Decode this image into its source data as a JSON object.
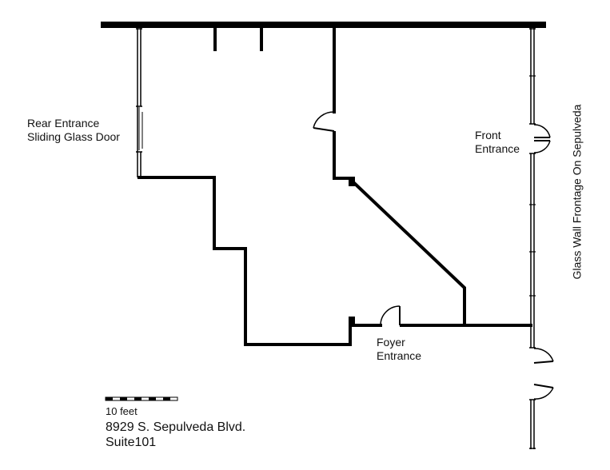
{
  "labels": {
    "rear_entrance": [
      "Rear Entrance",
      "Sliding Glass Door"
    ],
    "front_entrance": [
      "Front",
      "Entrance"
    ],
    "foyer_entrance": [
      "Foyer",
      "Entrance"
    ],
    "glass_wall": "Glass Wall Frontage On Sepulveda"
  },
  "scale": {
    "label": "10 feet"
  },
  "address": {
    "line1": "8929 S. Sepulveda Blvd.",
    "line2": "Suite101"
  },
  "colors": {
    "wall": "#000000",
    "background": "#ffffff"
  }
}
